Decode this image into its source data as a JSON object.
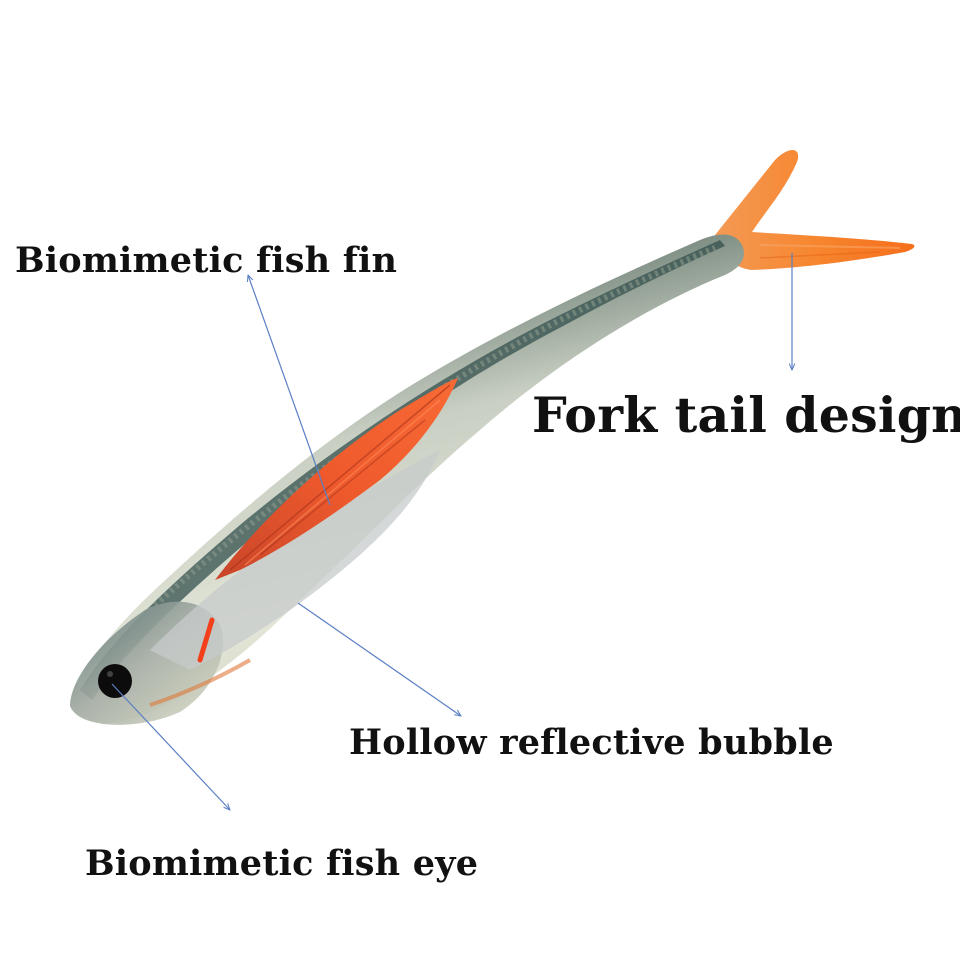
{
  "labels": {
    "fin": "Biomimetic fish fin",
    "tail": "Fork tail design",
    "bubble": "Hollow reflective bubble",
    "eye": "Biomimetic fish eye"
  },
  "colors": {
    "background": "#ffffff",
    "text": "#111111",
    "arrow": "#5b7fc4",
    "tail_orange": "#f5893a",
    "fin_red": "#ea4a22",
    "back_dark": "#3c5552",
    "belly_pale": "#d8dccb",
    "eye_black": "#0c0c0c"
  }
}
